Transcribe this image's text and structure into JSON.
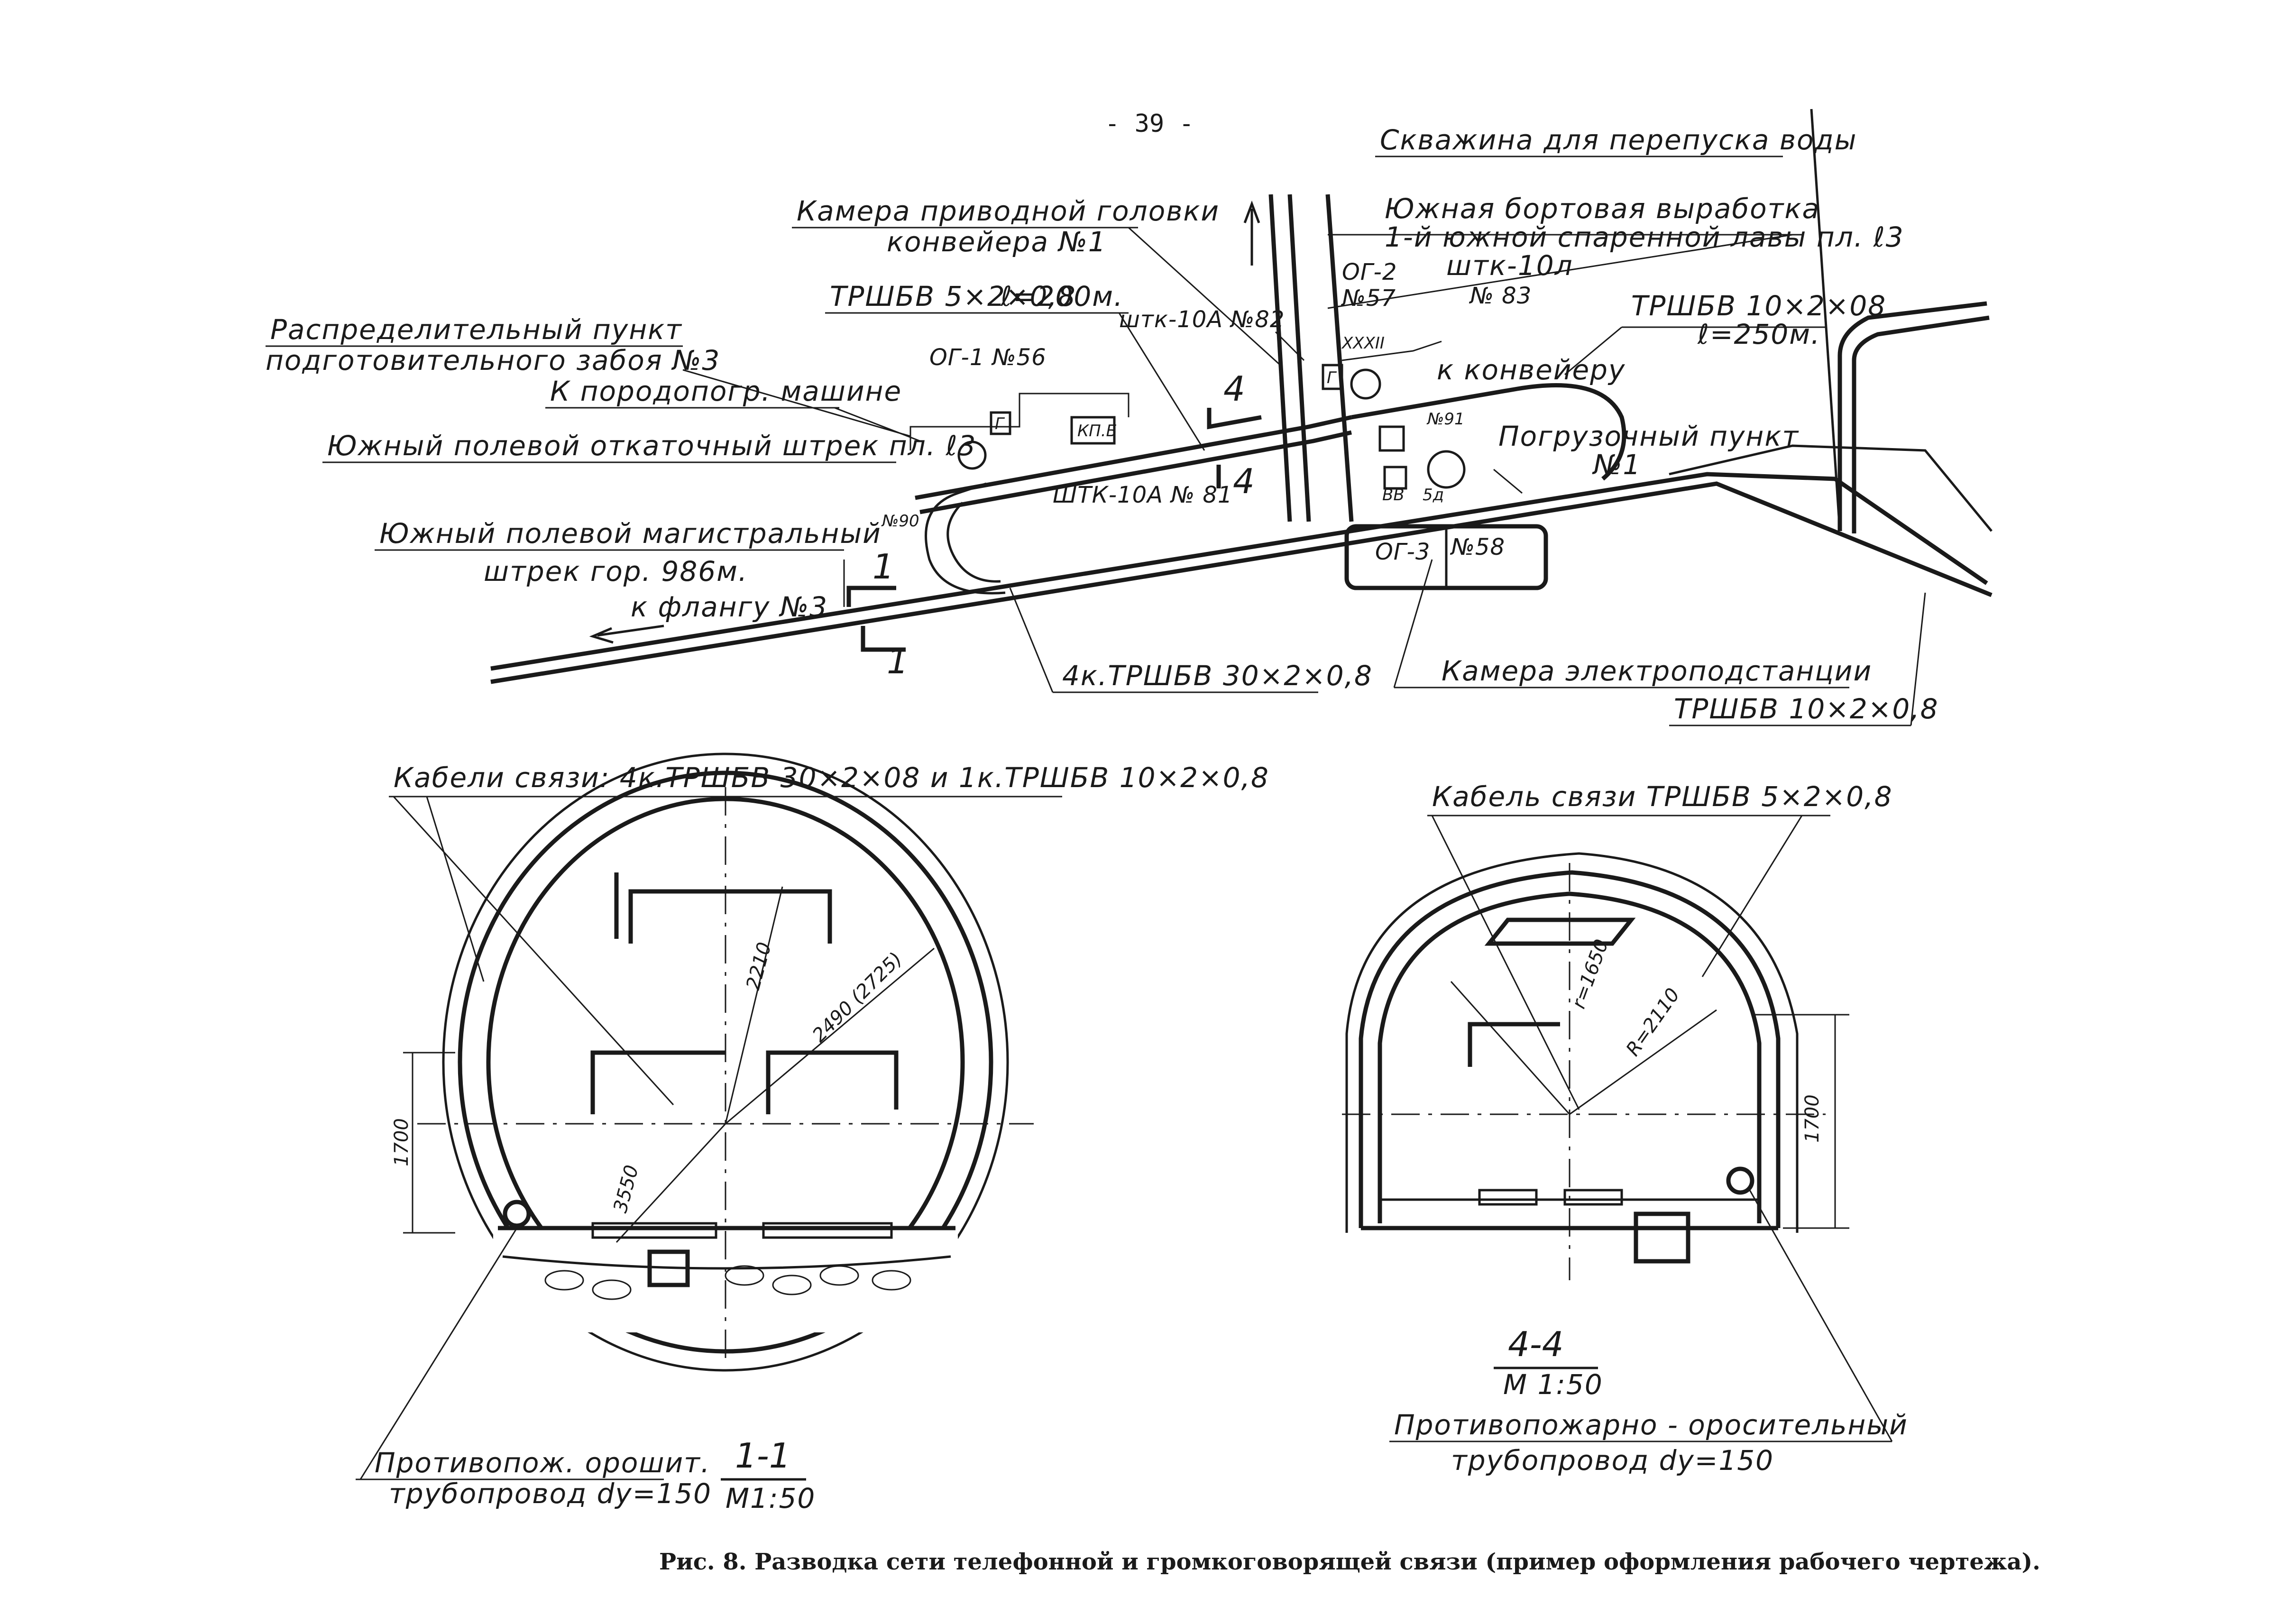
{
  "page_number": "- 39 -",
  "plan": {
    "labels": {
      "skvazhina": "Скважина для перепуска воды",
      "kamera_privod_1": "Камера приводной головки",
      "kamera_privod_2": "конвейера №1",
      "yuzhnaya_bort_1": "Южная бортовая выработка",
      "yuzhnaya_bort_2": "1-й южной спаренной лавы пл. ℓ3",
      "og2": "ОГ-2",
      "n57": "№57",
      "shtk10l": "штк-10л",
      "n83": "№ 83",
      "trshbv_5": "ТРШБВ 5×2×0,8",
      "l200": "ℓ=200м.",
      "shtk10a82": "штк-10А №82",
      "trshbv_10a": "ТРШБВ 10×2×08",
      "l250": "ℓ=250м.",
      "raspred_1": "Распределительный пункт",
      "raspred_2": "подготовительного забоя №3",
      "og1": "ОГ-1 №56",
      "k_porodo": "К породопогр. машине",
      "k_konveyeru": "к конвейеру",
      "n91": "№91",
      "pogruz_1": "Погрузочный пункт",
      "pogruz_2": "№1",
      "yuzh_otkat": "Южный полевой откаточный штрек пл. ℓ3",
      "kpb": "КП.Б",
      "shtk10a81": "ШТК-10А № 81",
      "n90": "№90",
      "yuzh_magist_1": "Южный полевой магистральный",
      "yuzh_magist_2": "штрек гор. 986м.",
      "k_flangu": "к флангу №3",
      "og3": "ОГ-3",
      "n58": "№58",
      "kamera_elektro": "Камера электроподстанции",
      "trshbv_10b": "ТРШБВ 10×2×0,8",
      "trshbv_30": "4к.ТРШБВ 30×2×0,8",
      "cut_1": "1",
      "cut_4": "4",
      "r_g": "Г",
      "r_xxxii": "XXXII",
      "r_vv": "ВВ",
      "r_5d": "5д"
    }
  },
  "section_1": {
    "cable_label": "Кабели связи: 4к.ТРШБВ 30×2×08 и 1к.ТРШБВ 10×2×0,8",
    "dim_2210": "2210",
    "dim_2490": "2490 (2725)",
    "dim_3550": "3550",
    "dim_1700": "1700",
    "pipe_1": "Противопож. орошит.",
    "pipe_2": "трубопровод dу=150",
    "title": "1-1",
    "scale": "М1:50"
  },
  "section_4": {
    "cable_label": "Кабель связи ТРШБВ 5×2×0,8",
    "dim_r1650": "r=1650",
    "dim_r2110": "R=2110",
    "dim_1700": "1700",
    "title": "4-4",
    "scale": "М 1:50",
    "pipe_1": "Противопожарно - оросительный",
    "pipe_2": "трубопровод dу=150"
  },
  "caption": "Рис. 8. Разводка сети телефонной и громкоговорящей связи (пример оформления рабочего чертежа)."
}
